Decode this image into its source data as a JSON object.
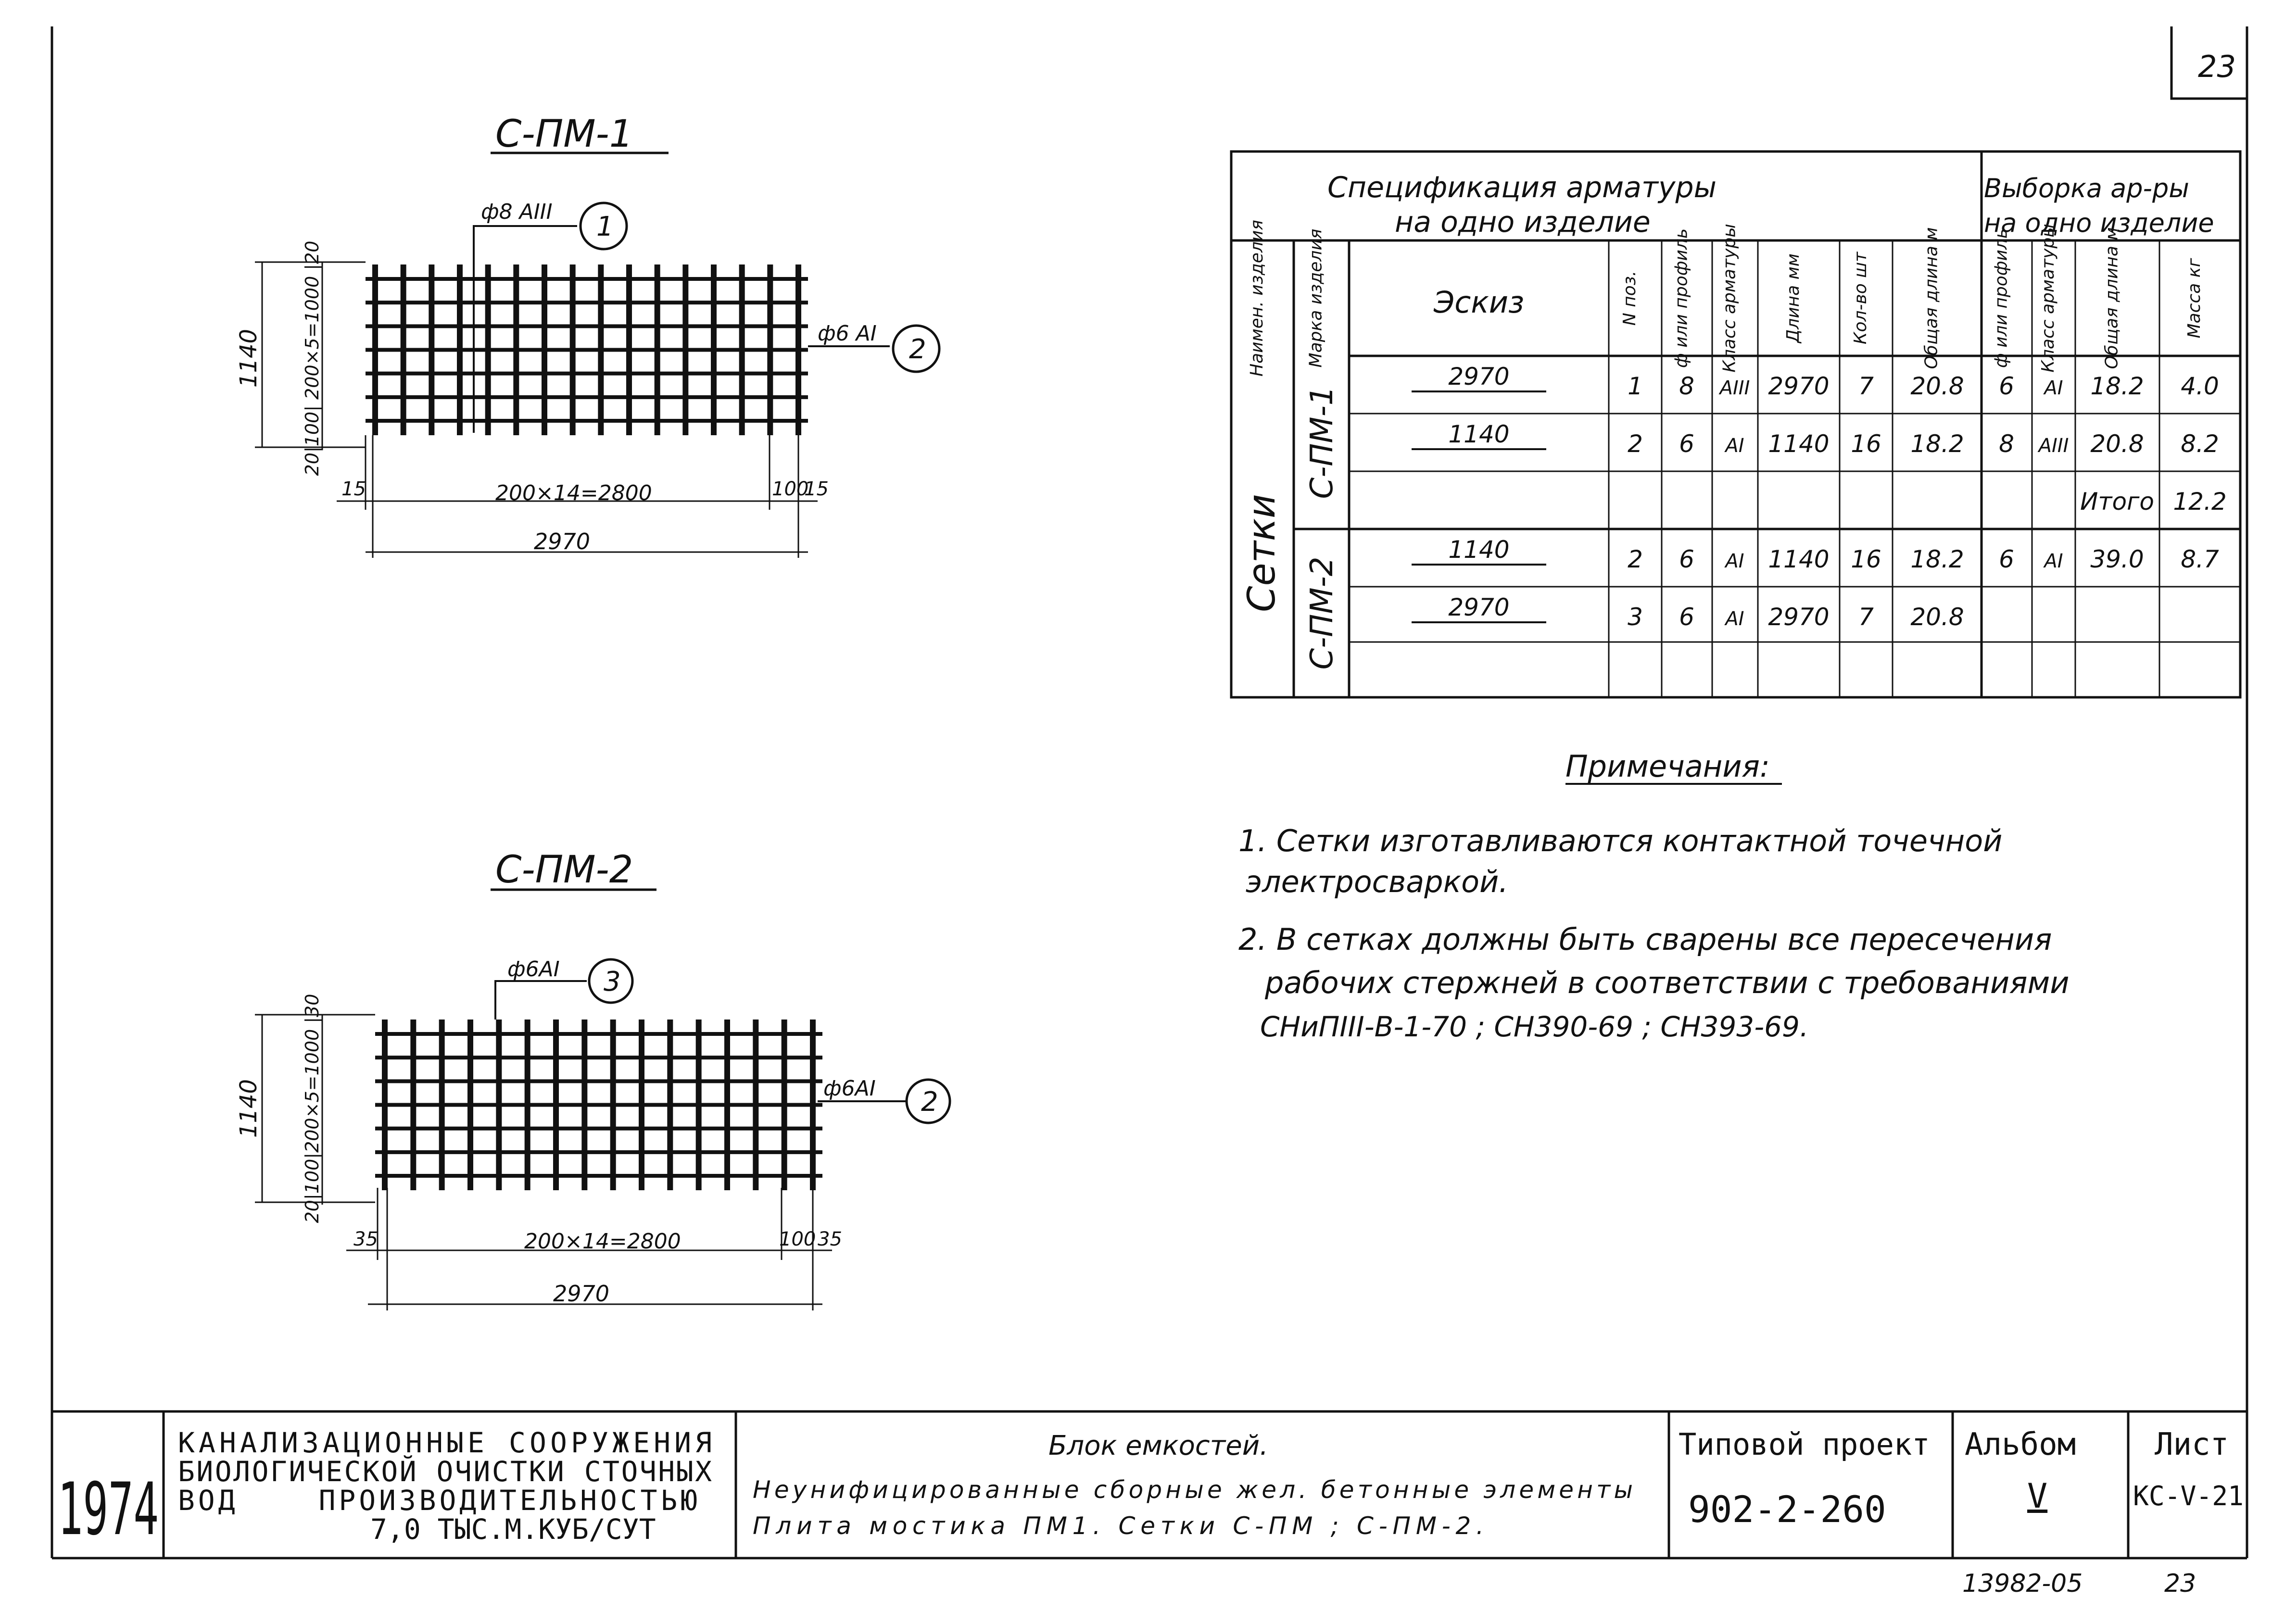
{
  "sheet_number": "23",
  "drawings": [
    {
      "title": "С-ПМ-1",
      "bar_top": {
        "spec": "ф8 АIII",
        "pos": "1"
      },
      "bar_side": {
        "spec": "ф6 АI",
        "pos": "2"
      },
      "dim_height": "1140",
      "dim_vertical": "20|100| 200×5=1000 |20",
      "dim_spacing": "200×14=2800",
      "dim_left": "15",
      "dim_right_a": "100",
      "dim_right_b": "15",
      "dim_total": "2970"
    },
    {
      "title": "С-ПМ-2",
      "bar_top": {
        "spec": "ф6АI",
        "pos": "3"
      },
      "bar_side": {
        "spec": "ф6АI",
        "pos": "2"
      },
      "dim_height": "1140",
      "dim_vertical": "20|100|200×5=1000 |30",
      "dim_spacing": "200×14=2800",
      "dim_left": "35",
      "dim_right_a": "100",
      "dim_right_b": "35",
      "dim_total": "2970"
    }
  ],
  "spec_table": {
    "title_left_1": "Спецификация арматуры",
    "title_left_2": "на одно изделие",
    "title_right_1": "Выборка ар-ры",
    "title_right_2": "на одно изделие",
    "headers": [
      "Наимен. изделия",
      "Марка изделия",
      "Эскиз",
      "N поз.",
      "ф или профиль",
      "Класс арматуры",
      "Длина мм",
      "Кол-во шт",
      "Общая длина м",
      "ф или профиль",
      "Класс арматуры",
      "Общая длина м",
      "Масса кг"
    ],
    "group_name": "Сетки",
    "marks": [
      "С-ПМ-1",
      "С-ПМ-2"
    ],
    "rows": [
      [
        "2970",
        "1",
        "8",
        "АIII",
        "2970",
        "7",
        "20.8",
        "6",
        "АI",
        "18.2",
        "4.0"
      ],
      [
        "1140",
        "2",
        "6",
        "АI",
        "1140",
        "16",
        "18.2",
        "8",
        "АIII",
        "20.8",
        "8.2"
      ],
      [
        "",
        "",
        "",
        "",
        "",
        "",
        "",
        "",
        "",
        "Итого",
        "12.2"
      ],
      [
        "1140",
        "2",
        "6",
        "АI",
        "1140",
        "16",
        "18.2",
        "6",
        "АI",
        "39.0",
        "8.7"
      ],
      [
        "2970",
        "3",
        "6",
        "АI",
        "2970",
        "7",
        "20.8",
        "",
        "",
        "",
        ""
      ],
      [
        "",
        "",
        "",
        "",
        "",
        "",
        "",
        "",
        "",
        "",
        ""
      ]
    ]
  },
  "notes": {
    "heading": "Примечания:",
    "lines": [
      "1. Сетки изготавливаются контактной точечной",
      "электросваркой.",
      "2. В сетках должны быть сварены все пересечения",
      "рабочих стержней в соответствии с требованиями",
      "СНиПIII-В-1-70 ; СН390-69 ; СН393-69."
    ]
  },
  "title_block": {
    "year": "1974",
    "org_lines": [
      "КАНАЛИЗАЦИОННЫЕ СООРУЖЕНИЯ",
      "БИОЛОГИЧЕСКОЙ ОЧИСТКИ СТОЧНЫХ",
      "ВОД    ПРОИЗВОДИТЕЛЬНОСТЬЮ",
      "7,0 ТЫС.М.КУБ/СУТ"
    ],
    "block_name": "Блок емкостей.",
    "desc_1": "Неунифицированные сборные жел. бетонные элементы",
    "desc_2": "Плита мостика ПМ1. Сетки С-ПМ ; С-ПМ-2.",
    "project_label": "Типовой проект",
    "project_number": "902-2-260",
    "album_label": "Альбом",
    "album_value": "V",
    "sheet_label": "Лист",
    "sheet_value": "КС-V-21"
  },
  "footer": {
    "code": "13982-05",
    "page": "23"
  }
}
